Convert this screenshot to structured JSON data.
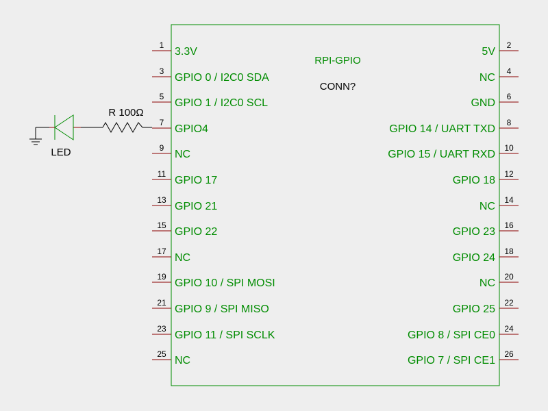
{
  "connector": {
    "name": "RPI-GPIO",
    "reference": "CONN?",
    "left_pins": [
      {
        "num": "1",
        "label": "3.3V"
      },
      {
        "num": "3",
        "label": "GPIO 0 / I2C0 SDA"
      },
      {
        "num": "5",
        "label": "GPIO 1 / I2C0 SCL"
      },
      {
        "num": "7",
        "label": "GPIO4"
      },
      {
        "num": "9",
        "label": "NC"
      },
      {
        "num": "11",
        "label": "GPIO 17"
      },
      {
        "num": "13",
        "label": "GPIO 21"
      },
      {
        "num": "15",
        "label": "GPIO 22"
      },
      {
        "num": "17",
        "label": "NC"
      },
      {
        "num": "19",
        "label": "GPIO 10 / SPI MOSI"
      },
      {
        "num": "21",
        "label": "GPIO 9 / SPI MISO"
      },
      {
        "num": "23",
        "label": "GPIO 11 / SPI SCLK"
      },
      {
        "num": "25",
        "label": "NC"
      }
    ],
    "right_pins": [
      {
        "num": "2",
        "label": "5V"
      },
      {
        "num": "4",
        "label": "NC"
      },
      {
        "num": "6",
        "label": "GND"
      },
      {
        "num": "8",
        "label": "GPIO 14 / UART TXD"
      },
      {
        "num": "10",
        "label": "GPIO 15 / UART RXD"
      },
      {
        "num": "12",
        "label": "GPIO 18"
      },
      {
        "num": "14",
        "label": "NC"
      },
      {
        "num": "16",
        "label": "GPIO 23"
      },
      {
        "num": "18",
        "label": "GPIO 24"
      },
      {
        "num": "20",
        "label": "NC"
      },
      {
        "num": "22",
        "label": "GPIO 25"
      },
      {
        "num": "24",
        "label": "GPIO 8 / SPI CE0"
      },
      {
        "num": "26",
        "label": "GPIO 7 / SPI CE1"
      }
    ]
  },
  "resistor": {
    "label": "R 100Ω"
  },
  "led": {
    "label": "LED"
  },
  "colors": {
    "background": "#eeeeee",
    "component_outline": "#008c00",
    "label_text": "#008c00",
    "pin_line": "#8b0000",
    "wire": "#000000"
  }
}
